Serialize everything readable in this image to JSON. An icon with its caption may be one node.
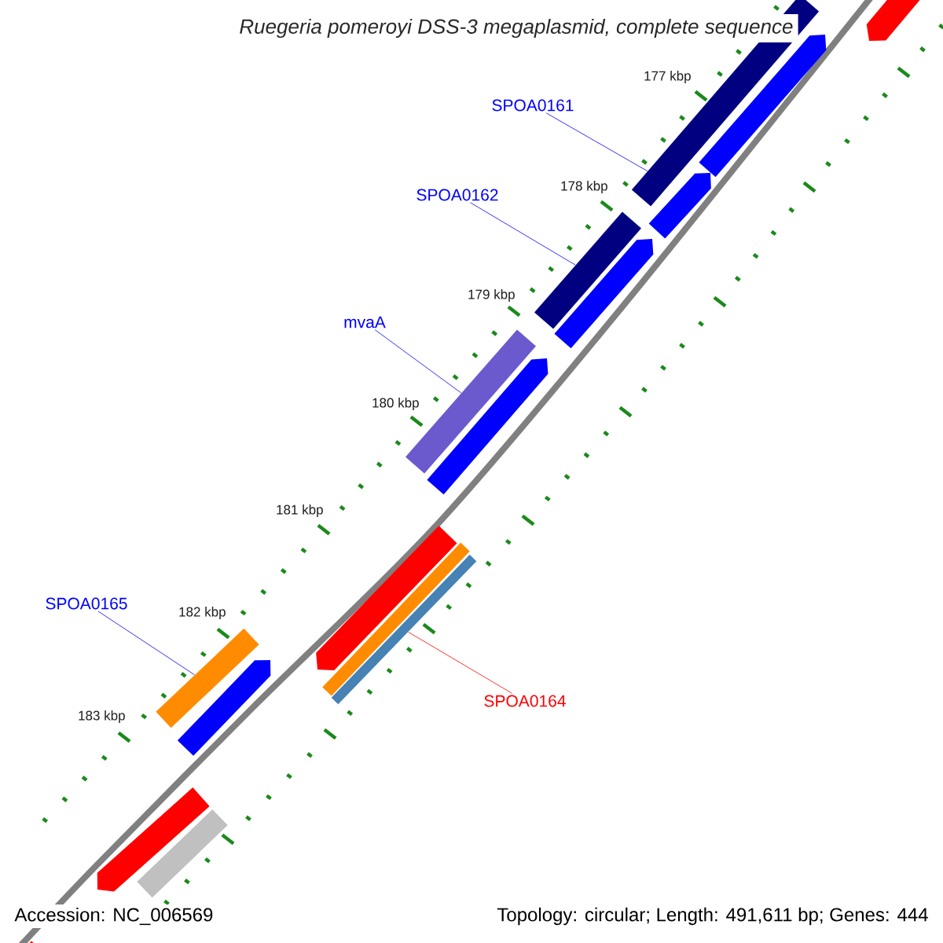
{
  "diagram": {
    "title": "Ruegeria pomeroyi DSS-3 megaplasmid, complete sequence",
    "nodes": [
      {
        "text": [
          "SPOA0161"
        ]
      },
      {
        "text": [
          "SPOA0162"
        ]
      },
      {
        "text": [
          "mvaA"
        ]
      },
      {
        "text": [
          "SPOA0165"
        ]
      },
      {
        "text": [
          "SPOA0164"
        ]
      },
      {
        "text": [],
        "shape": "bar"
      },
      {
        "text": [],
        "shape": "bar"
      },
      {
        "text": [],
        "shape": "bar"
      },
      {
        "text": [],
        "shape": "bar"
      },
      {
        "text": [],
        "shape": "bar"
      },
      {
        "text": [],
        "shape": "bar"
      },
      {
        "text": [],
        "shape": "bar"
      },
      {
        "text": [],
        "shape": "bar"
      },
      {
        "text": [],
        "shape": "bar"
      },
      {
        "text": [],
        "shape": "bar"
      },
      {
        "text": [],
        "shape": "bar"
      },
      {
        "text": [],
        "shape": "bar"
      },
      {
        "text": [],
        "shape": "bar"
      },
      {
        "text": [],
        "shape": "bar"
      },
      {
        "text": [],
        "shape": "bar"
      },
      {
        "text": [],
        "shape": "bar"
      }
    ],
    "edges": [
      {
        "from": 0,
        "to": 5,
        "arrow": "none"
      },
      {
        "from": 1,
        "to": 6,
        "arrow": "none"
      },
      {
        "from": 2,
        "to": 7,
        "arrow": "none"
      },
      {
        "from": 3,
        "to": 8,
        "arrow": "none"
      },
      {
        "from": 4,
        "to": 9,
        "arrow": "none",
        "color": "#ff0000"
      }
    ],
    "labels": [
      "177 kbp",
      "178 kbp",
      "179 kbp",
      "180 kbp",
      "181 kbp",
      "182 kbp",
      "183 kbp",
      "Accession: NC_006569",
      "Topology: circular; Length: 491,611 bp; Genes: 444"
    ]
  }
}
